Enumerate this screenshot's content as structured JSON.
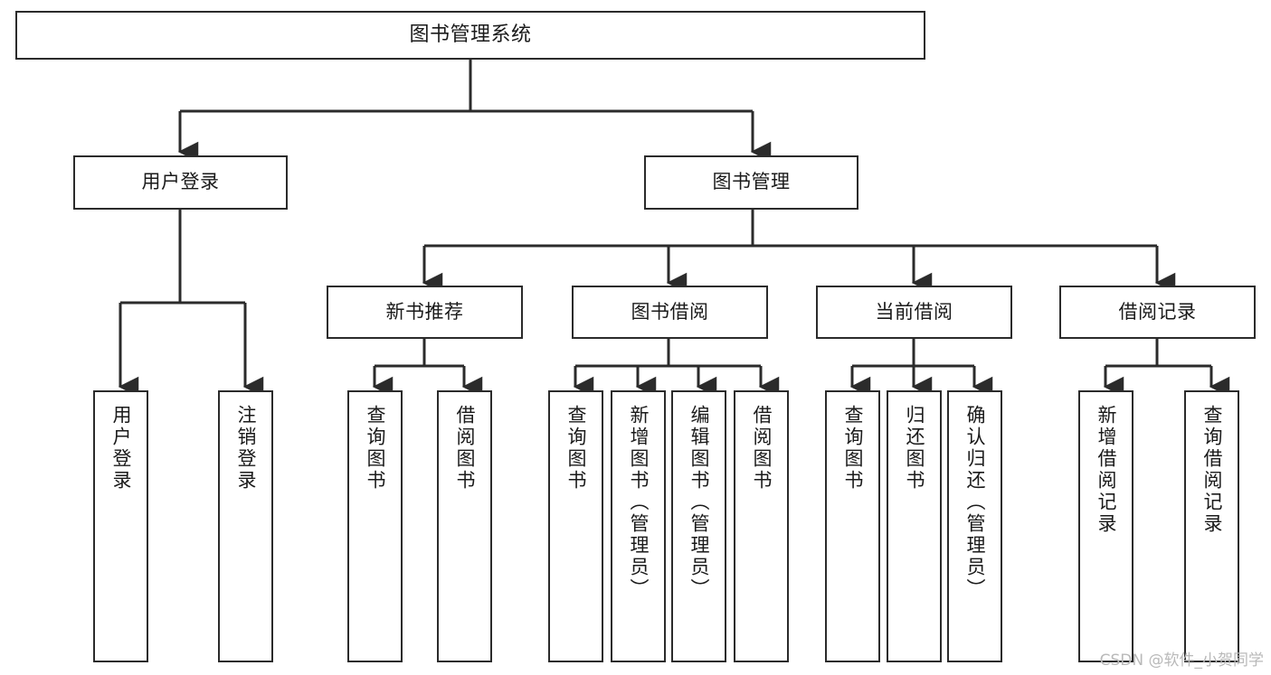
{
  "diagram": {
    "title": "图书管理系统",
    "type": "tree",
    "orientation": "top-down",
    "colors": {
      "background": "#ffffff",
      "box_border": "#2b2b2b",
      "box_fill": "#ffffff",
      "edge": "#2b2b2b",
      "text": "#1a1a1a",
      "watermark": "#b9b9b9"
    },
    "root": {
      "label": "图书管理系统"
    },
    "level2": [
      {
        "label": "用户登录"
      },
      {
        "label": "图书管理"
      }
    ],
    "level3": [
      {
        "label": "新书推荐"
      },
      {
        "label": "图书借阅"
      },
      {
        "label": "当前借阅"
      },
      {
        "label": "借阅记录"
      }
    ],
    "leaves": {
      "user_login": [
        {
          "label": "用户登录"
        },
        {
          "label": "注销登录"
        }
      ],
      "new_book_recommend": [
        {
          "label": "查询图书"
        },
        {
          "label": "借阅图书"
        }
      ],
      "book_borrow": [
        {
          "label": "查询图书"
        },
        {
          "label": "新增图书（管理员）"
        },
        {
          "label": "编辑图书（管理员）"
        },
        {
          "label": "借阅图书"
        }
      ],
      "current_borrow": [
        {
          "label": "查询图书"
        },
        {
          "label": "归还图书"
        },
        {
          "label": "确认归还（管理员）"
        }
      ],
      "borrow_record": [
        {
          "label": "新增借阅记录"
        },
        {
          "label": "查询借阅记录"
        }
      ]
    }
  },
  "watermark": {
    "text": "CSDN @软件_小贺同学"
  }
}
